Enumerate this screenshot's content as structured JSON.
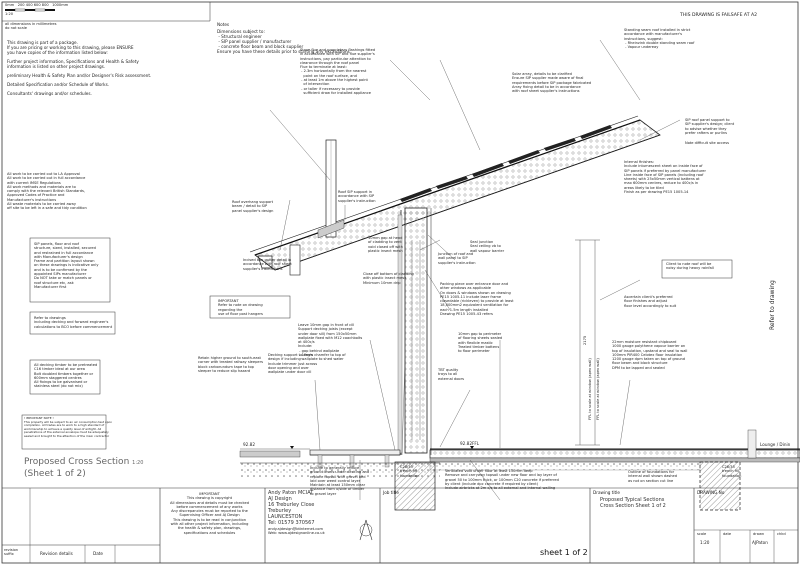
{
  "scale_bar": {
    "labels": [
      "0mm",
      "200",
      "400",
      "600",
      "800",
      "1000mm"
    ],
    "ratio": "1:20"
  },
  "header": {
    "failsafe": "THIS DRAWING IS FAILSAFE AT A2",
    "dims_note": "all dimensions in millimetres\ndo not scale"
  },
  "notes": {
    "title": "Notes",
    "dimensions": "Dimensions subject to:\n - Structural engineer\n - SIP panel supplier / manufacturer\n - concrete floor beam and block supplier\nEnsure you have these details prior to starting any excavations",
    "package": "This drawing is part of a package.\nIf you are pricing or working to this drawing, please ENSURE\nyou have copies of the information listed below:",
    "hs": "Further project information, Specifications and Health & Safety\ninformation is listed on other project drawings.",
    "preliminary": "preliminary Health & Safety Plan and/or Designer's Risk assessment.",
    "spec": "Detailed Specification and/or Schedule of Works.",
    "consultants": "Consultants' drawings and/or schedules.",
    "la_approval": "All work to be carried out to LA Approval\nAll work to be carried out in full accordance\nwith current IMSE Regulations\nAll work methods and materials are to\ncomply with the relevant British Standards,\nApproved Codes of Practice and\nManufacturer's instructions\nAll waste materials to be carried away\noff site to be left in a safe and tidy condition",
    "sip_panels": "SIP panels, floor and roof\nstructure, sized, installed, secured\nand restrained in full accordance\nwith Manufacturer's design\nFrame and partition layout shown\non these drawings is indicative only\nand is to be confirmed by the\nappointed SIPs manufacturer\nDo NOT take or match panels or\nroof structure etc, ask\nManufacturer first",
    "drawings_ref": "Refer to drawings\nincluding decking and forward engineer's\ncalculations to BCO before commencement",
    "decking_timber": "All decking timber to be pretreated\nC16 timber ideal at our area\nBolt doubled timbers together or\n600mm staggered centres\nAll fixings to be galvanised or\nstainless steel (do not mix)",
    "important_note": "! IMPORTANT NOTE !\nThis property will be subject to an air consumption test upon\ncompletion. All trades are to work to a high standard of\nworkmanship to achieve a quality level of airtight. All\npenetrations of the external envelope must be adequately\nsealed and brought to the attention of the main contractor",
    "flue": "Stove flue and proprietary flashings fitted\nin accordance with SIP and flue supplier's\ninstructions, pay particular attention to\nclearance through the roof panel\nFlue to terminate at least:\n - 2.3m horizontally from the nearest\n   point on the roof surface, and\n - at least 1m above the highest point\n   of intersection\n - or taller if necessary to provide\n   sufficient draw for installed appliance",
    "solar": "Solar array, details to be clarified\nEnsure SIP supplier made aware of final\nrequirements before SIP package fabricated\nArray fixing detail to be in accordance\nwith roof sheet supplier's instructions",
    "standing_seam": "Standing seam roof installed in strict\naccordance with manufacturer's\ninstructions, suggest:\n - Rheinzink double standing seam roof\n - Vapour undereay",
    "sip_roof_panel": "SIP roof panel support to\nSIP supplier's design; client\nto advise whether they\nprefer rafters or purlins",
    "note_dim": "Note difficult site access",
    "internal_finishes": "Internal finishes:\nInclude intumescent sheet on inside face of\nSIP panels if preferred by panel manufacturer\nLine inside face of SIP panels (including roof\nsheets) with 25x50mm vertical battens at\nmax 600mm centres, reduce to 400c/s in\nareas likely to be tiled\nFinish as per drawing PE15 1005-14",
    "roof_sip": "Roof SIP support in\naccordance with SIP\nsupplier's instruction",
    "roof_overhang": "Roof overhang support\nbeam / detail to SIP\npanel supplier's design",
    "seal_junction": "Seal junction\nSeal ceiling vb to\nwall vapour barrier",
    "junction_roof_wall": "Junction of roof and\nwall panel to SIP\nsupplier's instruction",
    "gap_10mm": "10mm gap at head\nof cladding to vent\nvoid closed off with\nplastic insect mesh",
    "concealed_gutter": "Incised box gutter detail in\naccordance with roof sheet\nsupplier's instructions",
    "closed_off": "Close off bottom of cladding\nwith plastic insect mesh\nMinimum 10mm drip",
    "packing_piece": "Packing piece over entrance door and\nother windows as applicable\nOn doors & windows shown on drawing\nPE15 1005-11 include laser frame\nclosedable (rickleven) to provide at least\n18,000mm2 equivalent ventilation for\neach 1.5m length installed\nDrawing PE15 1005-43 refers",
    "client_roof": "Client to note roof will be\nnoisy during heavy rainfall",
    "refer_drawing": "Refer to drawing",
    "important_fix": "IMPORTANT\nRefer to note on drawing\nregarding the\nuse of floor post hangers",
    "leave_gap": "Leave 10mm gap in front of cill\nSupport decking joists (except\nunder door sill) from 150x50mm\nwallplate fixed with M12 coachbolts\nat 400c/s\nInclude:\n - gap behind wallplate\n - 10mm chamfer to top of\n   wallplate to shed water",
    "retain_higher": "Retain higher ground to south-east\ncorner with treated railway sleepers\nblock carborundum tape to top\nsleeper to reduce slip hazard",
    "decking_support": "Decking support to eng's\ndesign if including\nInclude trimmer just across\ndoor opening and over\nwallplate under door cill",
    "gap_perimeter": "10mm gap to perimeter\nof flooring sheets sealed\nwith flexible mastic\nTreated timber battens\nto floor perimeter",
    "tbt_quality": "TBT quality\ntrays to all\nexternal doors",
    "ascertain": "Ascertain client's preferred\nfloor finishes and adjust\nfloor level accordingly to suit",
    "chipboard": "22mm moisture resistant chipboard\n1000 gauge polythene vapour barrier on\ntop of insulation, upstand and seal to wall\n100mm PIR400 Celotex floor insulation\n1200 gauge dpm taken on top of ground\nfloor beam and block structure\nDPM to be lapped and sealed",
    "include_generally": "Include to generally reduce\nground levels under decking and\nreplace topsoil with gravel bed\nlaid over weed control layer\nMaintain at least 150mm clear\ndistance from u/side of timber\nto gravel layer",
    "ventilated_void": "Ventilated void under floor at least 150mm deep\nRemove and carryway topsoil under new floor and lay layer of\ngravel 50 to 100mm thick, or 100mm C20 concrete if preferred\nby client (include dpc concrete if required by client)\nInclude airbricks at 2m c/s to all external and internal walling",
    "outline_foundations": "Outline of foundations for\ninternal wall shown dashed\nas not on section cut line",
    "lounge": "Lounge / Dinin"
  },
  "section": {
    "title": "Proposed Cross Section",
    "subtitle": "(Sheet 1 of 2)",
    "scale": "1:20",
    "level_left": "92.82",
    "level_ffl": "92.82FFL",
    "trench_left": "C28/35\ntrench fill\nfoundation",
    "trench_right": "C28/35\ntrench fill\nfoundation",
    "dim_vertical_1": "2175",
    "dim_vertical_2": "FFL to scale at window (apex wall)",
    "dim_vertical_3": "FFL to scale at window (apex wall)"
  },
  "title_block": {
    "revision_label": "revision\nsuffix",
    "revision_details": "Revision details",
    "date_label": "Date",
    "important": "IMPORTANT\nThis drawing is copyright\nAll dimensions and details must be checked\nbefore commencement of any works\nAny discrepancies must be reported to the\nSupervising Officer and AJ Design\nThis drawing is to be read in conjunction\nwith all other project information, including\nthe health & safety plan, drawings,\nspecifications and schedules",
    "designer": "Andy Paton MCIAT\nAJ Design\n16 Treburley Close\nTreburley\nLAUNCESTON\nTel: 01579 370567",
    "contact": "andy.ajdesign@btinternet.com\nWeb: www.ajdesignonline.co.uk",
    "job_title_label": "Job title",
    "drawing_title_label": "Drawing title",
    "drawing_title": "Proposed Typical Sections\nCross Section Sheet 1 of 2",
    "drawing_no_label": "DRAWING No",
    "scale_label": "scale",
    "scale_value": "1:20",
    "date_label2": "date",
    "drawn_label": "drawn",
    "drawn_value": "AJPaton",
    "chkd_label": "chkd",
    "sheet": "sheet 1 of 2"
  }
}
